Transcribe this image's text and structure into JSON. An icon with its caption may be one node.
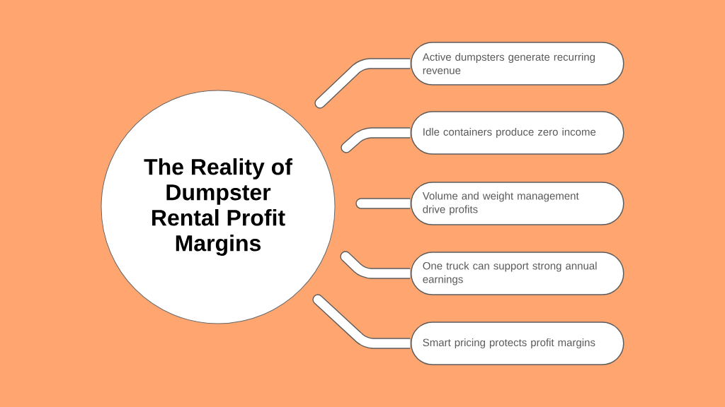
{
  "diagram": {
    "nodes": [
      {
        "text": [
          "The Reality of Dumpster Rental Profit Margins"
        ]
      },
      {
        "text": [
          "Active dumpsters generate recurring revenue"
        ]
      },
      {
        "text": [
          "Idle containers produce zero income"
        ]
      },
      {
        "text": [
          "Volume and weight management drive profits"
        ]
      },
      {
        "text": [
          "One truck can support strong annual earnings"
        ]
      },
      {
        "text": [
          "Smart pricing protects profit margins"
        ]
      }
    ],
    "edges": [
      {
        "from": null,
        "to": 1,
        "arrow": "none"
      },
      {
        "from": null,
        "to": 2,
        "arrow": "none"
      },
      {
        "from": null,
        "to": 3,
        "arrow": "none"
      },
      {
        "from": null,
        "to": 4,
        "arrow": "none"
      },
      {
        "from": null,
        "to": 5,
        "arrow": "none"
      }
    ]
  }
}
